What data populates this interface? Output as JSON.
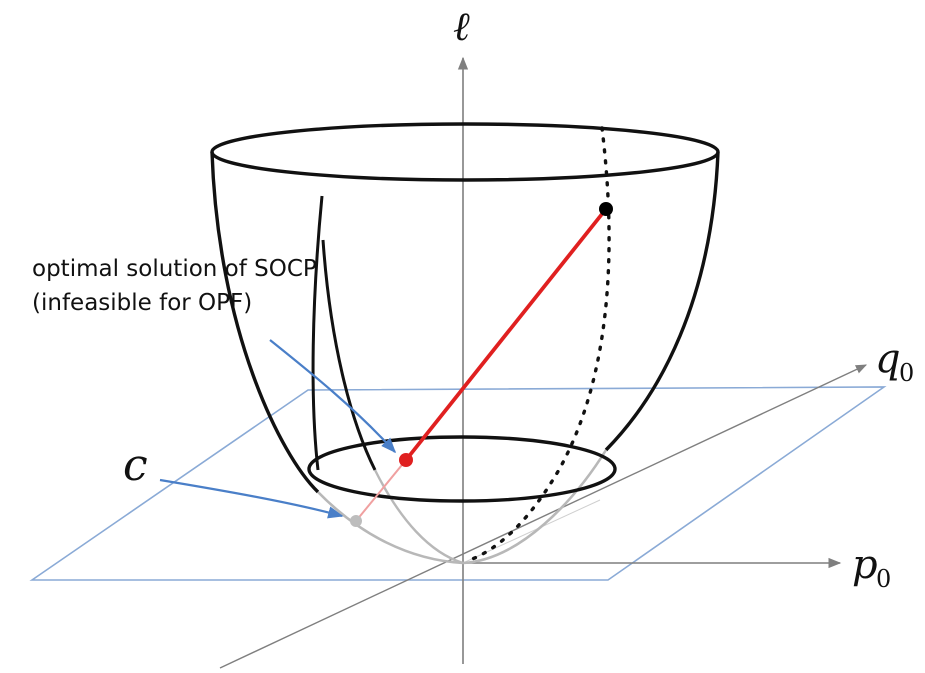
{
  "annotation": {
    "line1": "optimal solution of SOCP",
    "line2": "(infeasible for OPF)"
  },
  "axes": {
    "vertical": "ℓ",
    "q_main": "q",
    "q_sub": "0",
    "p_main": "p",
    "p_sub": "0"
  },
  "point_label": "c",
  "colors": {
    "axis": "#7f7f7f",
    "plane": "#8aaad6",
    "bowl": "#111111",
    "bowl_faded": "#b8b8b8",
    "segment": "#e02020",
    "arrow": "#4a7fc8",
    "point_top": "#000000",
    "point_red": "#e02020",
    "point_c": "#bdbdbd"
  }
}
